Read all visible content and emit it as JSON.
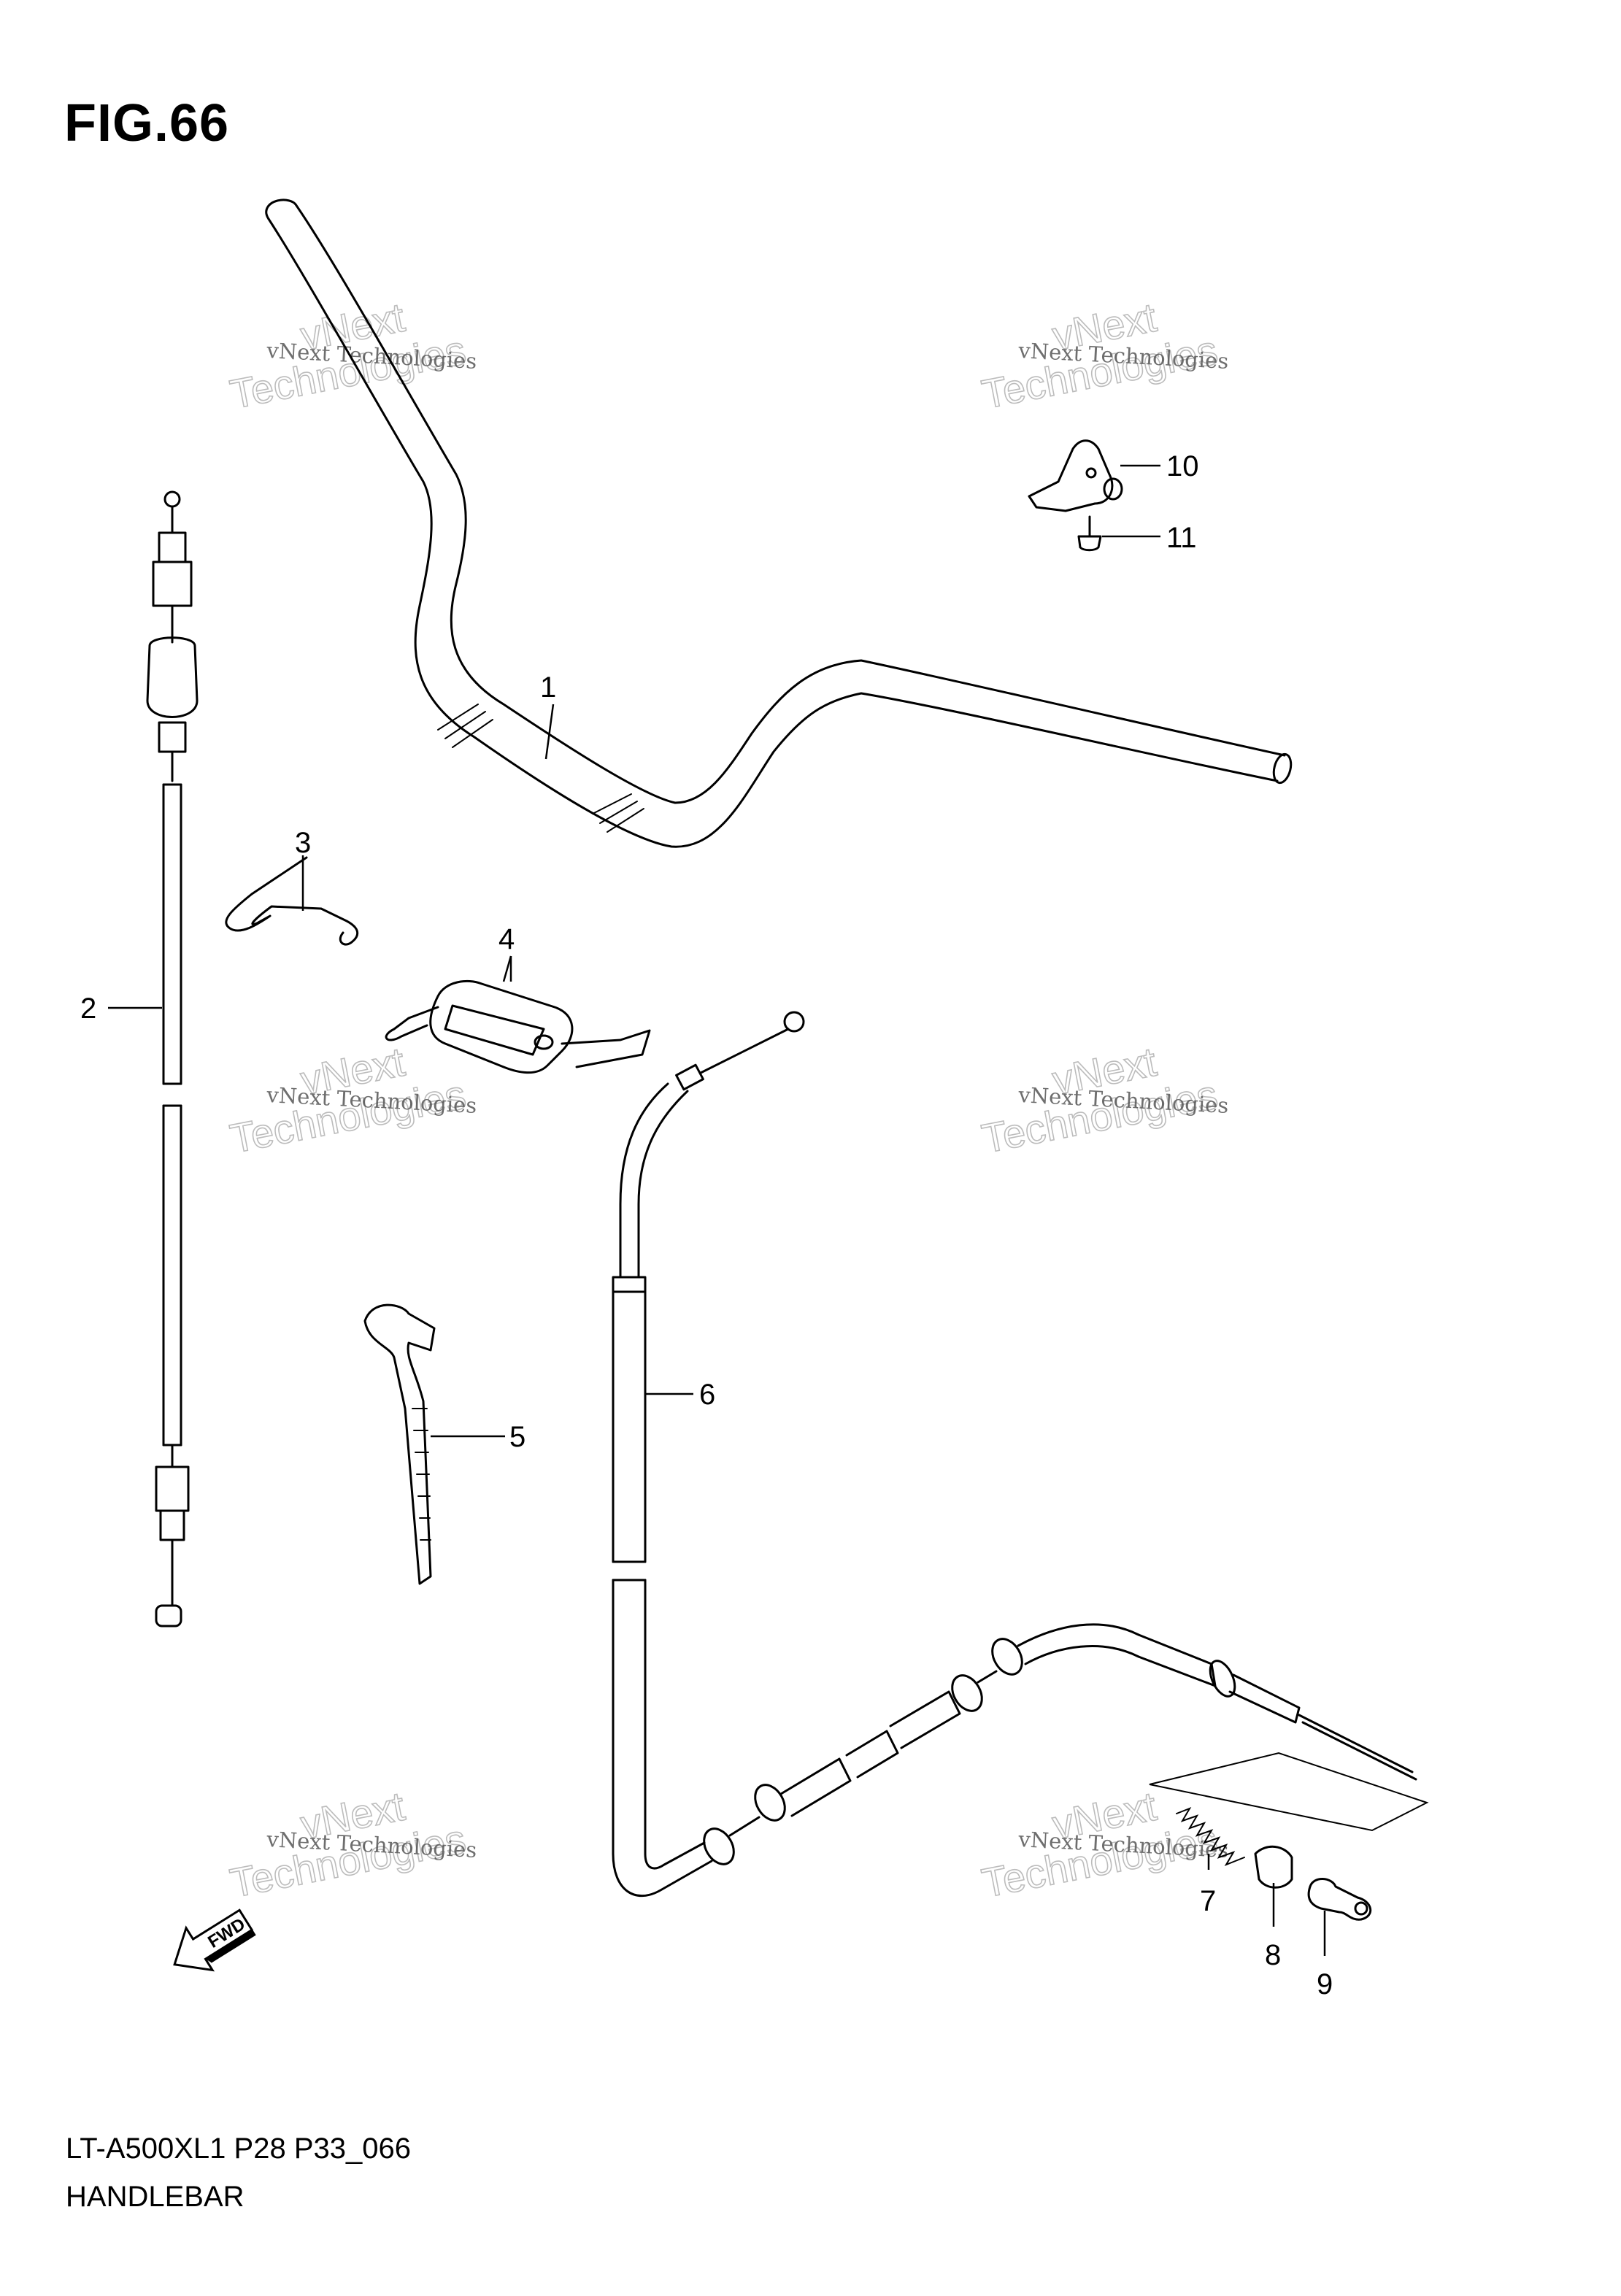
{
  "figure": {
    "title": "FIG.66",
    "model_code": "LT-A500XL1 P28 P33_066",
    "section_name": "HANDLEBAR"
  },
  "callouts": [
    {
      "id": "1",
      "label": "1"
    },
    {
      "id": "2",
      "label": "2"
    },
    {
      "id": "3",
      "label": "3"
    },
    {
      "id": "4",
      "label": "4"
    },
    {
      "id": "5",
      "label": "5"
    },
    {
      "id": "6",
      "label": "6"
    },
    {
      "id": "7",
      "label": "7"
    },
    {
      "id": "8",
      "label": "8"
    },
    {
      "id": "9",
      "label": "9"
    },
    {
      "id": "10",
      "label": "10"
    },
    {
      "id": "11",
      "label": "11"
    }
  ],
  "watermark": {
    "line_small": "vNext Technologies",
    "line_big_top": "vNext",
    "line_big_bottom": "Technologies"
  },
  "direction_marker": {
    "label": "FWD",
    "icon": "forward-arrow-icon"
  }
}
